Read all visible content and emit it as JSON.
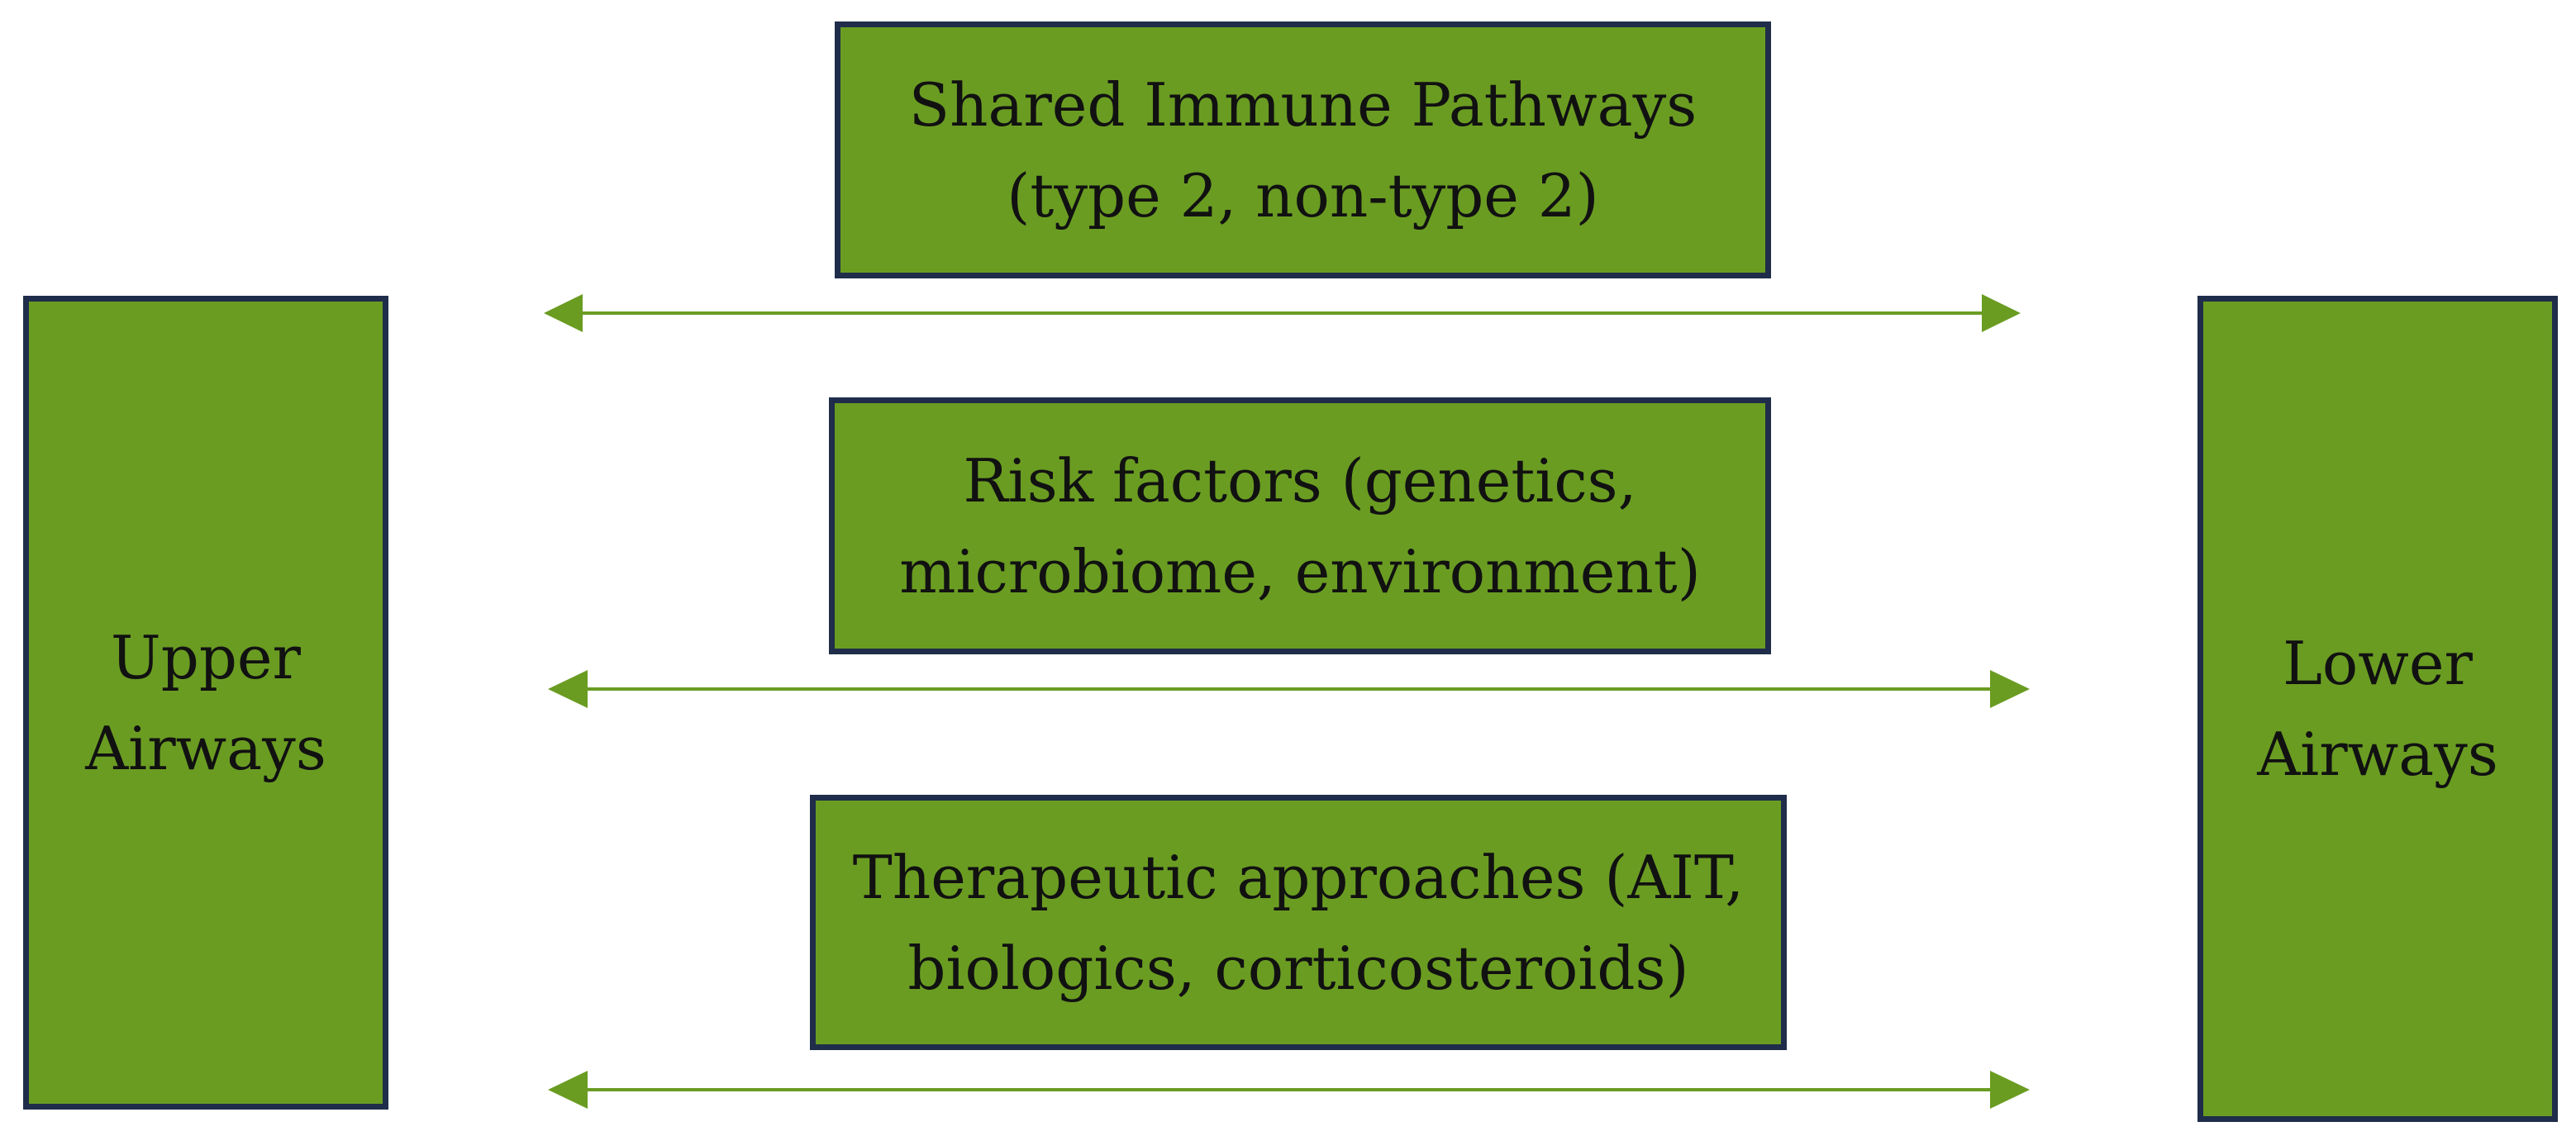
{
  "diagram": {
    "colors": {
      "box_fill": "#6a9c22",
      "box_border": "#1f2d4a",
      "arrow": "#6a9c22",
      "text": "#111111"
    },
    "left_box": {
      "label": "Upper\nAirways"
    },
    "right_box": {
      "label": "Lower\nAirways"
    },
    "center_boxes": [
      {
        "label": "Shared Immune Pathways\n(type 2, non-type 2)"
      },
      {
        "label": "Risk factors (genetics,\nmicrobiome, environment)"
      },
      {
        "label": "Therapeutic approaches (AIT,\nbiologics, corticosteroids)"
      }
    ],
    "connectors": [
      {
        "type": "double-headed-arrow",
        "from": "Upper Airways",
        "to": "Lower Airways"
      },
      {
        "type": "double-headed-arrow",
        "from": "Upper Airways",
        "to": "Lower Airways"
      },
      {
        "type": "double-headed-arrow",
        "from": "Upper Airways",
        "to": "Lower Airways"
      }
    ]
  }
}
